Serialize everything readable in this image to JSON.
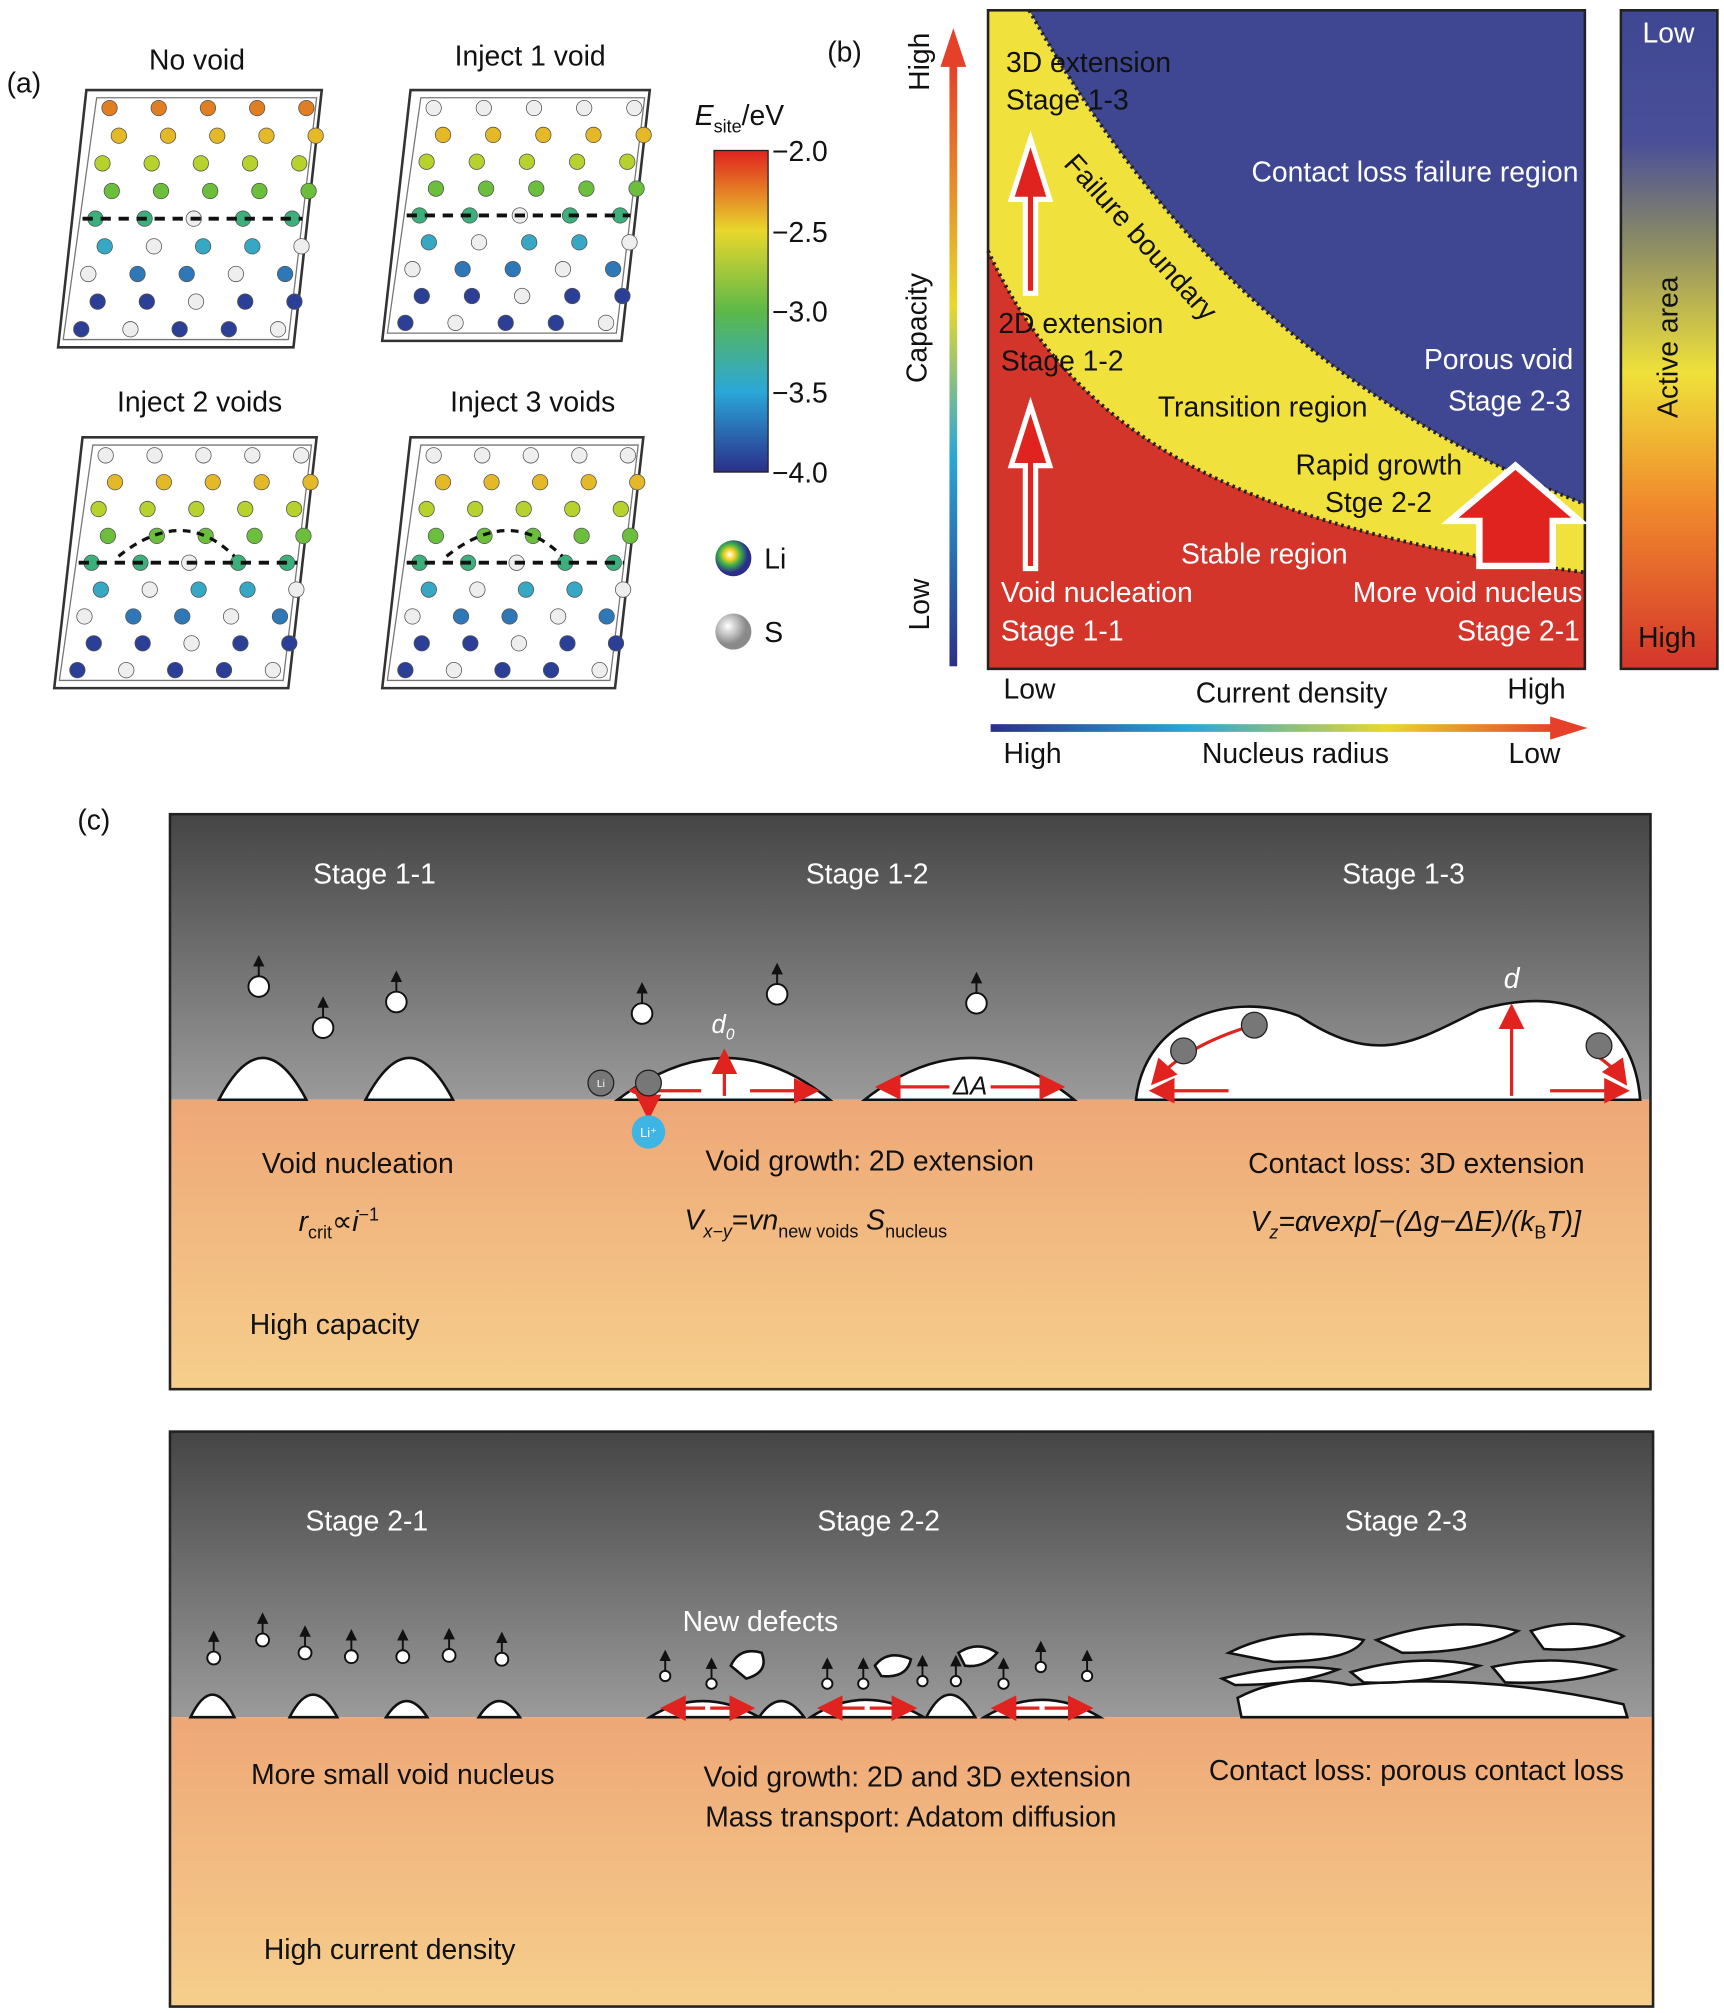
{
  "panel_a": {
    "label": "(a)",
    "titles": [
      "No void",
      "Inject 1 void",
      "Inject 2 voids",
      "Inject 3 voids"
    ],
    "colorbar": {
      "title_main": "E",
      "title_sub": "site",
      "title_unit": "/eV",
      "ticks": [
        "−2.0",
        "−2.5",
        "−3.0",
        "−3.5",
        "−4.0"
      ]
    },
    "legend": {
      "li": "Li",
      "s": "S"
    }
  },
  "panel_b": {
    "label": "(b)",
    "y_axis": {
      "high": "High",
      "title": "Capacity",
      "low": "Low"
    },
    "x_axis1": {
      "low": "Low",
      "title": "Current density",
      "high": "High"
    },
    "x_axis2": {
      "high": "High",
      "title": "Nucleus radius",
      "low": "Low"
    },
    "active_bar": {
      "low": "Low",
      "title": "Active area",
      "high": "High"
    },
    "regions": {
      "s13a": "3D extension",
      "s13b": "Stage 1-3",
      "failure": "Failure boundary",
      "contact": "Contact loss failure region",
      "s12a": "2D extension",
      "s12b": "Stage 1-2",
      "transition": "Transition region",
      "s23a": "Porous void",
      "s23b": "Stage 2-3",
      "s22a": "Rapid growth",
      "s22b": "Stge 2-2",
      "stable": "Stable region",
      "s11a": "Void  nucleation",
      "s11b": "Stage 1-1",
      "s21a": "More void nucleus",
      "s21b": "Stage 2-1"
    },
    "colors": {
      "red": "#d4352b",
      "yellow": "#f1e13c",
      "blue": "#3f4793"
    }
  },
  "panel_c": {
    "label": "(c)",
    "top": {
      "stages": [
        "Stage 1-1",
        "Stage 1-2",
        "Stage 1-3"
      ],
      "d0": "d",
      "d0_sub": "0",
      "dA": "ΔA",
      "d": "d",
      "li_ion": "Li⁺",
      "li": "Li",
      "texts": [
        "Void nucleation",
        "Void growth: 2D extension",
        "Contact loss: 3D extension"
      ],
      "f1": {
        "r": "r",
        "sub": "crit",
        "rest": "∝",
        "i": "i",
        "sup": "−1"
      },
      "f2": {
        "v": "V",
        "sub": "x−y",
        "eq": "=",
        "vn": "vn",
        "sub2": "new voids",
        "s": " S",
        "sub3": "nucleus"
      },
      "f3": {
        "v": "V",
        "sub": "z",
        "body": "=αvexp[−(Δg−ΔE)/(k",
        "sub2": "B",
        "end": "T)]"
      },
      "bottom_text": "High capacity"
    },
    "bottom": {
      "stages": [
        "Stage 2-1",
        "Stage 2-2",
        "Stage 2-3"
      ],
      "new_defects": "New defects",
      "texts": [
        "More small void nucleus",
        "Void growth: 2D and 3D extension",
        "Contact loss: porous contact loss"
      ],
      "text2b": "Mass transport: Adatom diffusion",
      "bottom_text": "High current density"
    }
  }
}
